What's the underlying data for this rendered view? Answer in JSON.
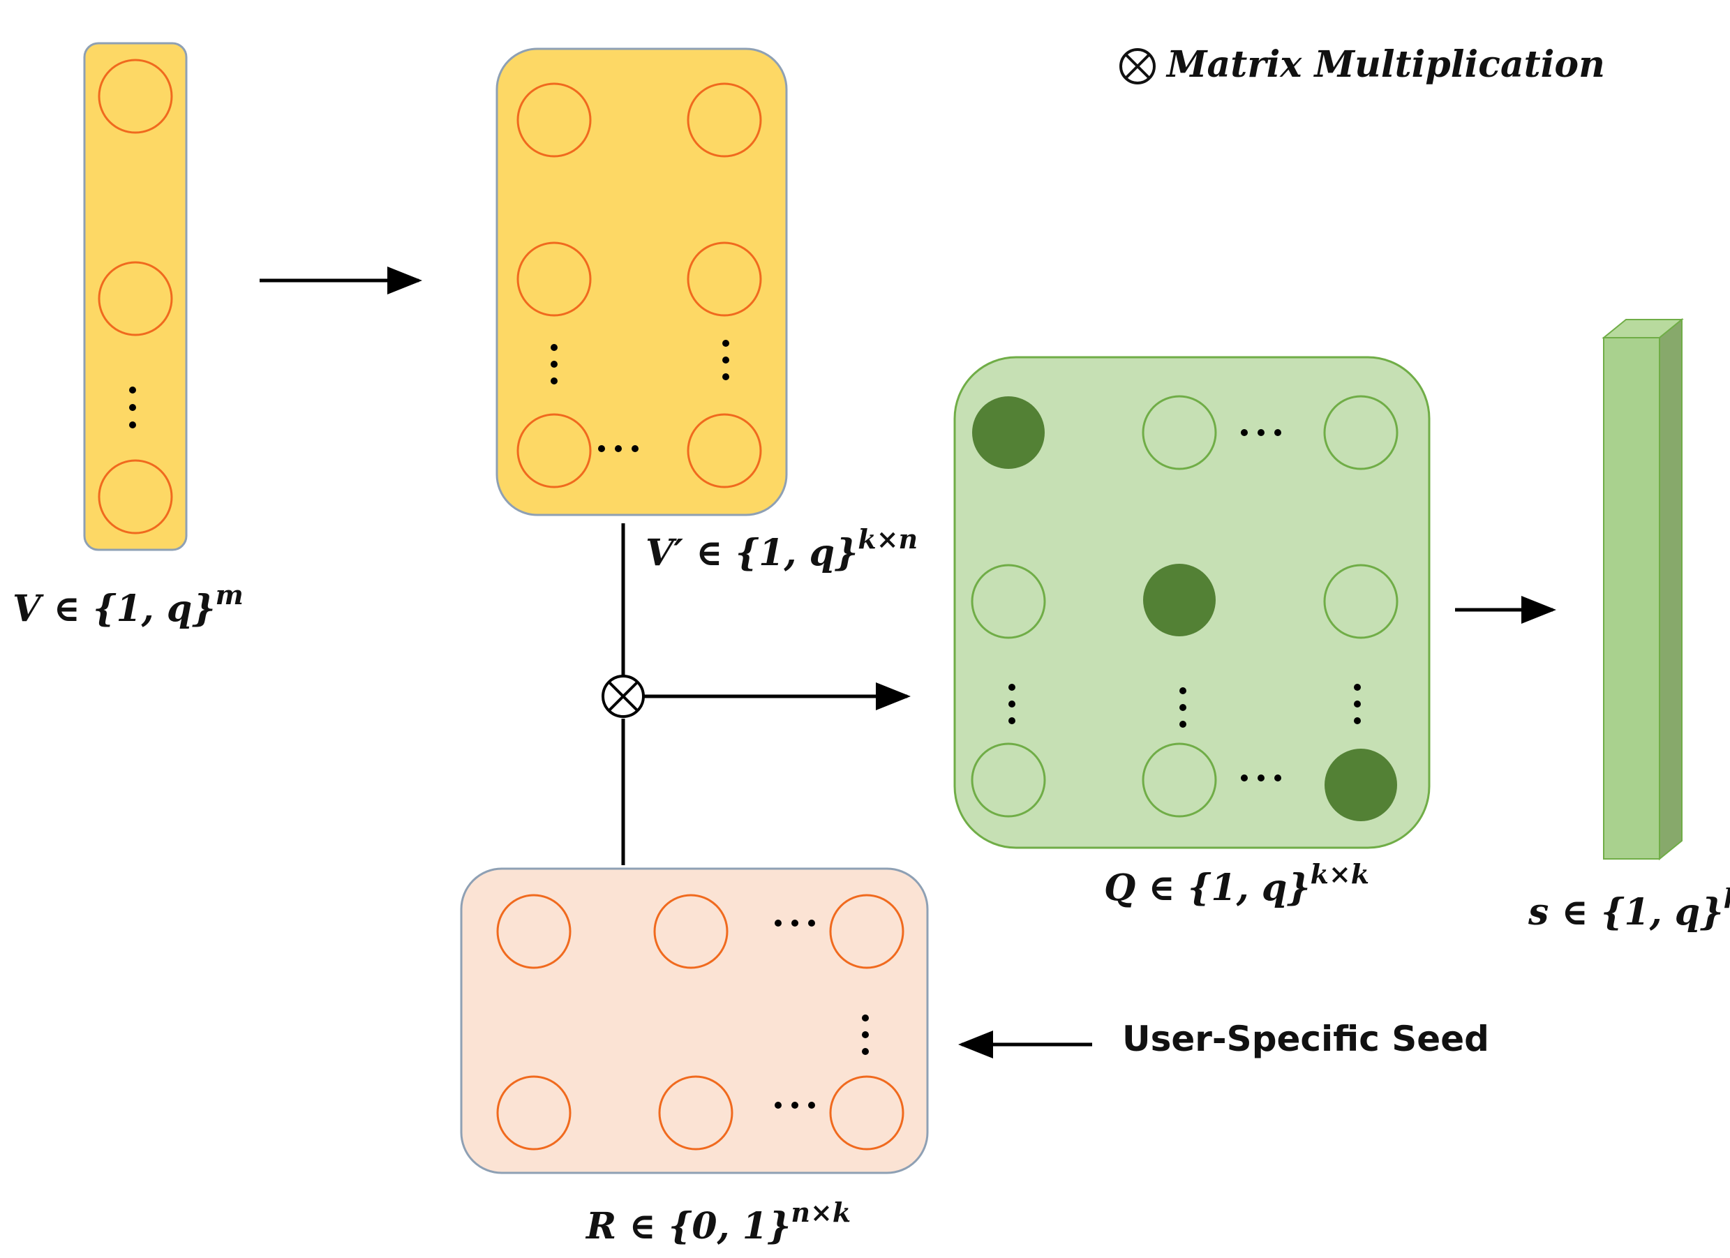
{
  "legend": {
    "symbol": "⊗",
    "text": "Matrix Multiplication"
  },
  "labels": {
    "v_main": "V ∈ {1, q}",
    "v_sup": "m",
    "vprime_main": "V′ ∈ {1, q}",
    "vprime_sup": "k×n",
    "q_main": "Q ∈ {1, q}",
    "q_sup": "k×k",
    "s_main": "s ∈ {1, q}",
    "s_sup": "k",
    "r_main": "R ∈ {0, 1}",
    "r_sup": "n×k",
    "seed": "User-Specific Seed"
  },
  "symbols": {
    "ellipsis_h": "···",
    "multiply": "⊗"
  },
  "colors": {
    "yellow_fill": "#FDD865",
    "yellow_border": "#8EA0B4",
    "node_orange": "#F06A1E",
    "green_fill": "#C6E0B4",
    "green_border": "#70AD47",
    "green_node": "#538135",
    "peach_fill": "#FBE3D4",
    "peach_border": "#8EA0B4",
    "bar_front": "#A9D18E",
    "bar_side": "#87A96B",
    "bar_top": "#B8DA9E"
  }
}
